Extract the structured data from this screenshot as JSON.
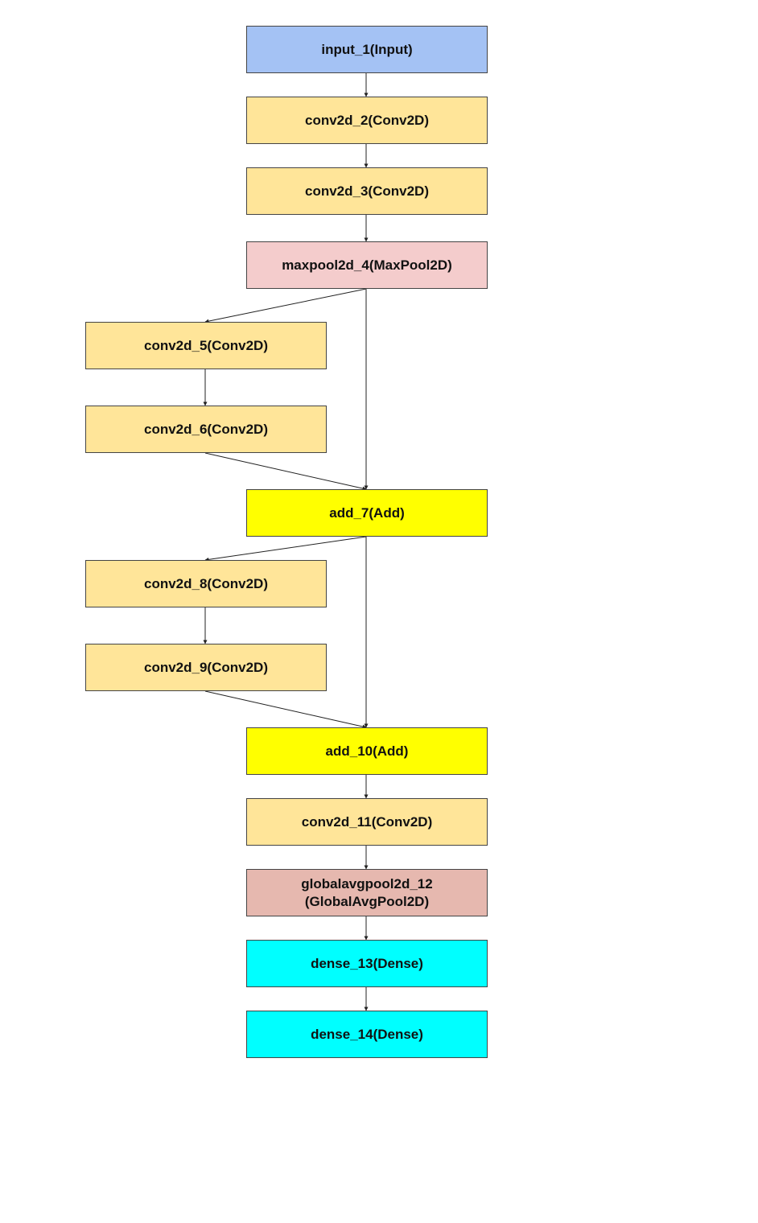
{
  "colors": {
    "input": "#a4c2f4",
    "conv": "#ffe599",
    "maxpool": "#f4cccc",
    "add": "#ffff00",
    "globalpool": "#e6b8af",
    "dense": "#00ffff",
    "edge": "#222222"
  },
  "nodes": [
    {
      "id": "input_1",
      "label": "input_1(Input)",
      "kind": "input"
    },
    {
      "id": "conv2d_2",
      "label": "conv2d_2(Conv2D)",
      "kind": "conv"
    },
    {
      "id": "conv2d_3",
      "label": "conv2d_3(Conv2D)",
      "kind": "conv"
    },
    {
      "id": "maxpool2d_4",
      "label": "maxpool2d_4(MaxPool2D)",
      "kind": "maxpool"
    },
    {
      "id": "conv2d_5",
      "label": "conv2d_5(Conv2D)",
      "kind": "conv"
    },
    {
      "id": "conv2d_6",
      "label": "conv2d_6(Conv2D)",
      "kind": "conv"
    },
    {
      "id": "add_7",
      "label": "add_7(Add)",
      "kind": "add"
    },
    {
      "id": "conv2d_8",
      "label": "conv2d_8(Conv2D)",
      "kind": "conv"
    },
    {
      "id": "conv2d_9",
      "label": "conv2d_9(Conv2D)",
      "kind": "conv"
    },
    {
      "id": "add_10",
      "label": "add_10(Add)",
      "kind": "add"
    },
    {
      "id": "conv2d_11",
      "label": "conv2d_11(Conv2D)",
      "kind": "conv"
    },
    {
      "id": "globalavgpool2d_12",
      "label": "globalavgpool2d_12\n(GlobalAvgPool2D)",
      "kind": "globalpool"
    },
    {
      "id": "dense_13",
      "label": "dense_13(Dense)",
      "kind": "dense"
    },
    {
      "id": "dense_14",
      "label": "dense_14(Dense)",
      "kind": "dense"
    }
  ],
  "edges": [
    [
      "input_1",
      "conv2d_2"
    ],
    [
      "conv2d_2",
      "conv2d_3"
    ],
    [
      "conv2d_3",
      "maxpool2d_4"
    ],
    [
      "maxpool2d_4",
      "conv2d_5"
    ],
    [
      "maxpool2d_4",
      "add_7"
    ],
    [
      "conv2d_5",
      "conv2d_6"
    ],
    [
      "conv2d_6",
      "add_7"
    ],
    [
      "add_7",
      "conv2d_8"
    ],
    [
      "add_7",
      "add_10"
    ],
    [
      "conv2d_8",
      "conv2d_9"
    ],
    [
      "conv2d_9",
      "add_10"
    ],
    [
      "add_10",
      "conv2d_11"
    ],
    [
      "conv2d_11",
      "globalavgpool2d_12"
    ],
    [
      "globalavgpool2d_12",
      "dense_13"
    ],
    [
      "dense_13",
      "dense_14"
    ]
  ]
}
